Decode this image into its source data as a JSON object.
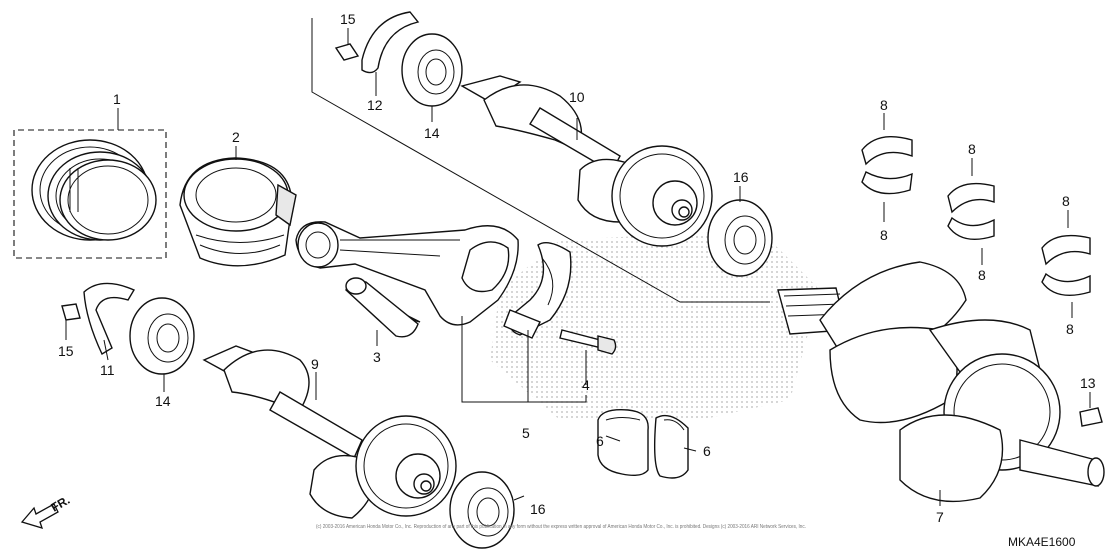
{
  "callouts": {
    "p1": "1",
    "p2": "2",
    "p3": "3",
    "p4": "4",
    "p5": "5",
    "p6a": "6",
    "p6b": "6",
    "p7": "7",
    "p8a": "8",
    "p8b": "8",
    "p8c": "8",
    "p8d": "8",
    "p8e": "8",
    "p8f": "8",
    "p9": "9",
    "p10": "10",
    "p11": "11",
    "p12": "12",
    "p13": "13",
    "p14a": "14",
    "p14b": "14",
    "p15a": "15",
    "p15b": "15",
    "p16a": "16",
    "p16b": "16"
  },
  "diagram_code": "MKA4E1600",
  "front_label": "FR.",
  "copyright": "(c) 2003-2016 American Honda Motor Co., Inc. Reproduction of any part of this publication in any form without the express written approval of American Honda Motor Co., Inc. is prohibited. Designs (c) 2003-2016 ARI Network Services, Inc.",
  "colors": {
    "line": "#111111",
    "halftone": "#b9b9b9",
    "fill": "#ffffff"
  }
}
